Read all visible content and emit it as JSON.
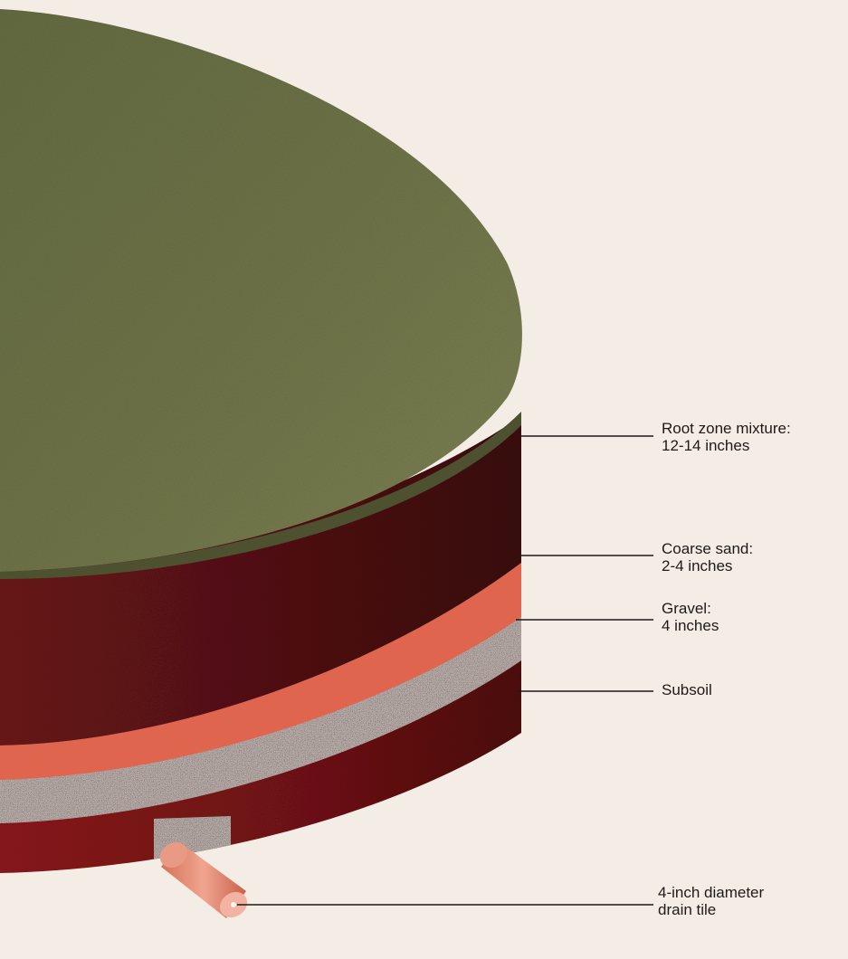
{
  "labels": [
    {
      "id": "root-zone",
      "line1": "Root zone mixture:",
      "line2": "12-14 inches"
    },
    {
      "id": "coarse-sand",
      "line1": "Coarse sand:",
      "line2": "2-4 inches"
    },
    {
      "id": "gravel",
      "line1": "Gravel:",
      "line2": "4 inches"
    },
    {
      "id": "subsoil",
      "line1": "Subsoil",
      "line2": ""
    },
    {
      "id": "drain-tile",
      "line1": "4-inch diameter",
      "line2": "drain tile"
    }
  ],
  "colors": {
    "background": "#f3ede6",
    "turf": "#6f7448",
    "root_zone": "#5c1416",
    "coarse_sand": "#e0654f",
    "gravel": "#b8aca8",
    "subsoil": "#7a1417",
    "drain_tile": "#e88f78",
    "leader_line": "#1e1a18"
  }
}
